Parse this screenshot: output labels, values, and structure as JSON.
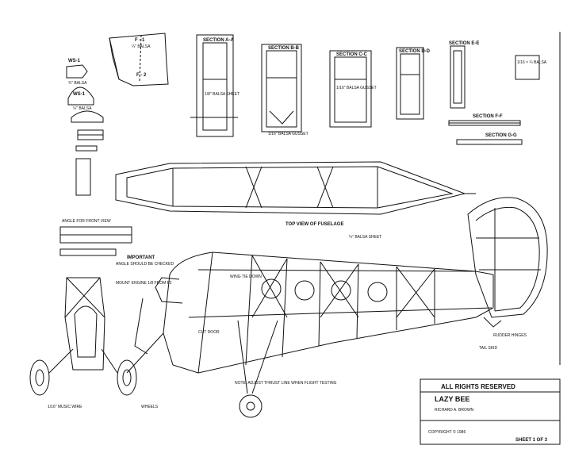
{
  "sections": {
    "f1_id": "F - 1",
    "f1_sub": "¼\" BALSA",
    "f2_id": "F - 2",
    "ws1_id": "WS-1",
    "ws1_sub": "¾\" BALSA",
    "ws2_id": "WS-1",
    "ws2_sub": "¼\" BALSA",
    "section_aa": "SECTION A-A",
    "section_bb": "SECTION B-B",
    "section_cc": "SECTION C-C",
    "section_dd": "SECTION D-D",
    "section_ee": "SECTION E-E",
    "section_ff": "SECTION F-F",
    "section_gg": "SECTION G-G",
    "note_aa": "1/8\" BALSA SHEET",
    "note_bb": "1/16\" BALSA GUSSET",
    "note_cc": "1/16\" BALSA GUSSET",
    "note_ff": "1/16 × ¼ BALSA",
    "angle_front": "ANGLE FOR FRONT VIEW",
    "top_view": "TOP VIEW OF FUSELAGE"
  },
  "callouts": {
    "important": "IMPORTANT",
    "important_text": "ANGLE SHOULD BE CHECKED",
    "mount_engine": "MOUNT ENGINE 1/8 FROM F2",
    "wing_tie": "WING TIE DOWN",
    "cut_door": "CUT DOOR",
    "balsa_sheet": "¼\" BALSA SHEET",
    "rudder_hinge": "RUDDER HINGES",
    "tail_skid": "TAIL SKID",
    "landing_gear": "1/16\" MUSIC WIRE",
    "wheels": "WHEELS",
    "notes": "NOTE: ADJUST THRUST LINE WHEN FLIGHT TESTING"
  },
  "title_block": {
    "rights": "ALL RIGHTS RESERVED",
    "name": "LAZY BEE",
    "subtitle": "RICHARD A. BROWN",
    "sheet": "SHEET 1 OF 3",
    "copyright": "COPYRIGHT © 1986"
  }
}
